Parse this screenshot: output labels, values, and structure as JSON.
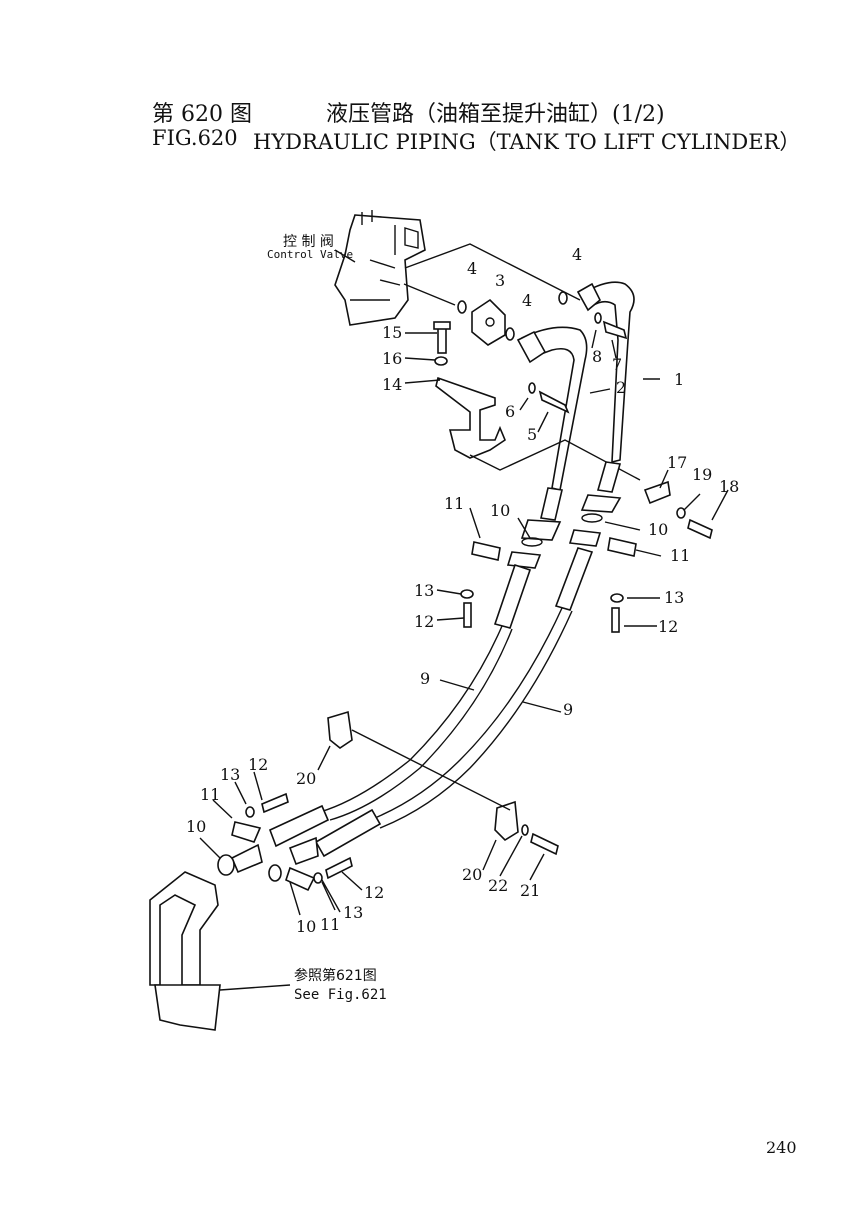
{
  "header": {
    "cn_fig": "第 620 图",
    "cn_title": "液压管路（油箱至提升油缸）(1/2)",
    "en_fig": "FIG.620",
    "en_title": "HYDRAULIC PIPING（TANK TO LIFT CYLINDER）"
  },
  "control_valve": {
    "cn": "控 制 阀",
    "en": "Control Valve"
  },
  "see_ref": {
    "cn": "参照第621图",
    "en": "See Fig.621"
  },
  "callouts": {
    "c1": "1",
    "c2": "2",
    "c3": "3",
    "c4a": "4",
    "c4b": "4",
    "c4c": "4",
    "c5": "5",
    "c6": "6",
    "c7": "7",
    "c8": "8",
    "c9a": "9",
    "c9b": "9",
    "c10a": "10",
    "c10b": "10",
    "c10c": "10",
    "c10d": "10",
    "c11a": "11",
    "c11b": "11",
    "c11c": "11",
    "c11d": "11",
    "c12a": "12",
    "c12b": "12",
    "c12c": "12",
    "c12d": "12",
    "c13a": "13",
    "c13b": "13",
    "c13c": "13",
    "c13d": "13",
    "c14": "14",
    "c15": "15",
    "c16": "16",
    "c17": "17",
    "c18": "18",
    "c19": "19",
    "c20a": "20",
    "c20b": "20",
    "c21": "21",
    "c22": "22"
  },
  "page_number": "240"
}
